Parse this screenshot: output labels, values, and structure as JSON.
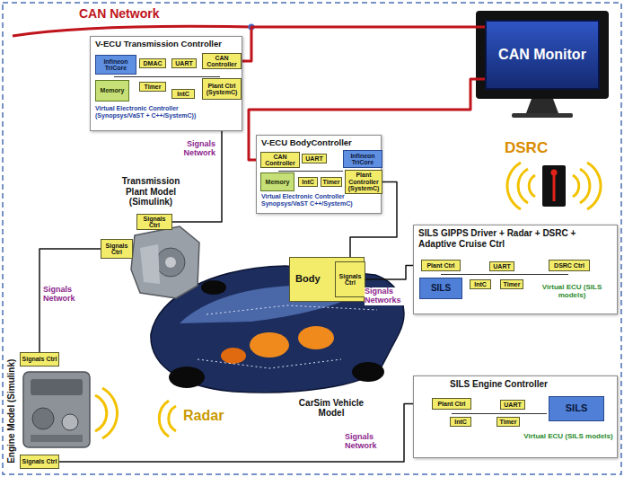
{
  "diagram": {
    "nodes": [
      {
        "text": [
          "CAN Monitor"
        ]
      },
      {
        "text": [
          "V-ECU Transmission Controller",
          "Virtual Electronic Controller (Synopsys/VaST + C++/SystemC))"
        ]
      },
      {
        "text": [
          "Infineon TriCore"
        ],
        "in": 1
      },
      {
        "text": [
          "DMAC"
        ],
        "in": 1
      },
      {
        "text": [
          "UART"
        ],
        "in": 1
      },
      {
        "text": [
          "CAN Controller"
        ],
        "in": 1
      },
      {
        "text": [
          "Memory"
        ],
        "in": 1
      },
      {
        "text": [
          "Timer"
        ],
        "in": 1
      },
      {
        "text": [
          "IntC"
        ],
        "in": 1
      },
      {
        "text": [
          "Plant Ctrl (SystemC)"
        ],
        "in": 1
      },
      {
        "text": [
          "V-ECU BodyController",
          "Virtual Electronic Controller Synopsys/VaST C++/SystemC)"
        ]
      },
      {
        "text": [
          "CAN Controller"
        ],
        "in": 10
      },
      {
        "text": [
          "UART"
        ],
        "in": 10
      },
      {
        "text": [
          "Infineon TriCore"
        ],
        "in": 10
      },
      {
        "text": [
          "Memory"
        ],
        "in": 10
      },
      {
        "text": [
          "IntC"
        ],
        "in": 10
      },
      {
        "text": [
          "Timer"
        ],
        "in": 10
      },
      {
        "text": [
          "Plant Controller (SystemC)"
        ],
        "in": 10
      },
      {
        "text": [
          "SILS GIPPS Driver + Radar + DSRC + Adaptive Cruise Ctrl",
          "Virtual ECU (SILS models)"
        ]
      },
      {
        "text": [
          "Plant Ctrl"
        ],
        "in": 18
      },
      {
        "text": [
          "UART"
        ],
        "in": 18
      },
      {
        "text": [
          "DSRC Ctrl"
        ],
        "in": 18
      },
      {
        "text": [
          "IntC"
        ],
        "in": 18
      },
      {
        "text": [
          "Timer"
        ],
        "in": 18
      },
      {
        "text": [
          "SILS"
        ],
        "in": 18
      },
      {
        "text": [
          "Transmission Plant Model (Simulink)"
        ]
      },
      {
        "text": [
          "Signals Ctrl"
        ],
        "in": 25
      },
      {
        "text": [
          "Signals Ctrl"
        ],
        "in": 25
      },
      {
        "text": [
          "Body"
        ]
      },
      {
        "text": [
          "Signals Ctrl"
        ],
        "in": 28
      },
      {
        "text": [
          "Engine Model (Simulink)"
        ]
      },
      {
        "text": [
          "Signals Ctrl"
        ],
        "in": 30
      },
      {
        "text": [
          "Signals Ctrl"
        ],
        "in": 30
      },
      {
        "text": [
          "SILS Engine Controller",
          "Virtual ECU (SILS models)"
        ]
      },
      {
        "text": [
          "Plant Ctrl"
        ],
        "in": 33
      },
      {
        "text": [
          "UART"
        ],
        "in": 33
      },
      {
        "text": [
          "SILS"
        ],
        "in": 33
      },
      {
        "text": [
          "IntC"
        ],
        "in": 33
      },
      {
        "text": [
          "Timer"
        ],
        "in": 33
      }
    ],
    "edges": [
      {
        "from": 9,
        "to": 26,
        "arrow": "none",
        "label": "Signals Network"
      },
      {
        "from": 27,
        "to": 31,
        "arrow": "none",
        "label": "Signals Network"
      },
      {
        "from": 32,
        "to": 34,
        "arrow": "none",
        "label": "Signals Network"
      },
      {
        "from": 17,
        "to": 29,
        "arrow": "none"
      },
      {
        "from": 29,
        "to": 19,
        "arrow": "none",
        "label": "Signals Networks"
      },
      {
        "from": 5,
        "to": 0,
        "arrow": "none"
      },
      {
        "from": 11,
        "to": 0,
        "arrow": "none"
      }
    ],
    "labels": [
      "CAN Network",
      "DSRC",
      "CarSim Vehicle Model",
      "Radar"
    ]
  }
}
